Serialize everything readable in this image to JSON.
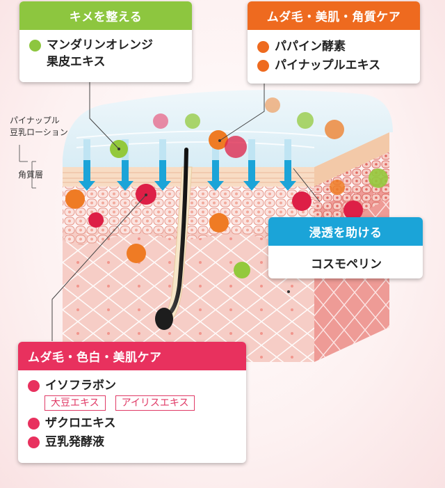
{
  "colors": {
    "green": "#8dc63f",
    "orange": "#ee6a1f",
    "cyan": "#1ba4d8",
    "crimson": "#e8315e",
    "dot_green": "#93c93c",
    "dot_orange": "#ef7b24",
    "dot_red": "#dd1f46"
  },
  "side_labels": {
    "lotion": [
      "パイナップル",
      "豆乳ローション"
    ],
    "stratum": "角質層"
  },
  "boxes": {
    "texture": {
      "title": "キメを整える",
      "items": [
        {
          "line1": "マンダリンオレンジ",
          "line2": "果皮エキス"
        }
      ]
    },
    "hair": {
      "title": "ムダ毛・美肌・角質ケア",
      "items": [
        "パパイン酵素",
        "パイナップルエキス"
      ]
    },
    "penetration": {
      "title": "浸透を助ける",
      "item": "コスモペリン"
    },
    "whitening": {
      "title": "ムダ毛・色白・美肌ケア",
      "item1": "イソフラボン",
      "tags": [
        "大豆エキス",
        "アイリスエキス"
      ],
      "item2": "ザクロエキス",
      "item3": "豆乳発酵液"
    }
  }
}
